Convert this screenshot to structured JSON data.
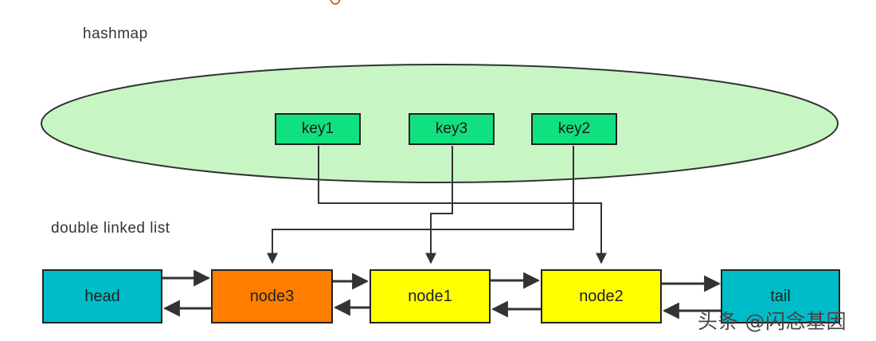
{
  "labels": {
    "hashmap": "hashmap",
    "list": "double linked list"
  },
  "keys": [
    "key1",
    "key3",
    "key2"
  ],
  "nodes": [
    "head",
    "node3",
    "node1",
    "node2",
    "tail"
  ],
  "watermark": "头条 @闪念基因",
  "colors": {
    "ellipse_fill": "#c8f5c4",
    "key_fill": "#10e080",
    "head_tail_fill": "#00bcc8",
    "node3_fill": "#ff7e00",
    "node_fill": "#ffff00",
    "accent_mark": "#e05a4a"
  }
}
